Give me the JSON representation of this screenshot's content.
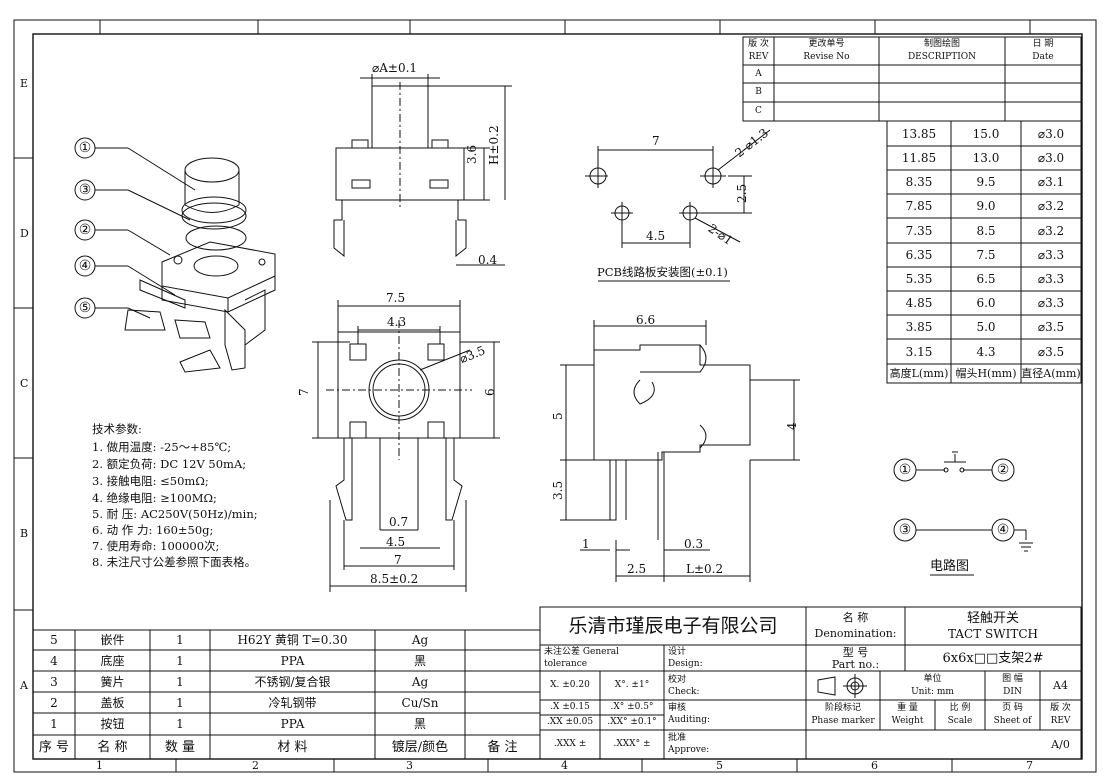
{
  "zones": {
    "rows": [
      "E",
      "D",
      "C",
      "B",
      "A"
    ],
    "cols": [
      "1",
      "2",
      "3",
      "4",
      "5",
      "6",
      "7"
    ]
  },
  "revision_table": {
    "headers": [
      {
        "cn": "版 次",
        "en": "REV"
      },
      {
        "cn": "更改单号",
        "en": "Revise  No"
      },
      {
        "cn": "制图绘图",
        "en": "DESCRIPTION"
      },
      {
        "cn": "日  期",
        "en": "Date"
      }
    ],
    "rows": [
      "A",
      "B",
      "C"
    ]
  },
  "dimension_table": {
    "rows": [
      [
        "13.85",
        "15.0",
        "⌀3.0"
      ],
      [
        "11.85",
        "13.0",
        "⌀3.0"
      ],
      [
        "8.35",
        "9.5",
        "⌀3.1"
      ],
      [
        "7.85",
        "9.0",
        "⌀3.2"
      ],
      [
        "7.35",
        "8.5",
        "⌀3.2"
      ],
      [
        "6.35",
        "7.5",
        "⌀3.3"
      ],
      [
        "5.35",
        "6.5",
        "⌀3.3"
      ],
      [
        "4.85",
        "6.0",
        "⌀3.3"
      ],
      [
        "3.85",
        "5.0",
        "⌀3.5"
      ],
      [
        "3.15",
        "4.3",
        "⌀3.5"
      ]
    ],
    "headers": [
      "高度L(mm)",
      "帽头H(mm)",
      "直径A(mm)"
    ]
  },
  "front_view": {
    "dim_a": "⌀A±0.1",
    "dim_h": "H±0.2",
    "dim_36": "3.6",
    "dim_04": "0.4"
  },
  "pcb_layout": {
    "dim_7": "7",
    "dim_2phi13": "2-⌀1.3",
    "dim_25": "2.5",
    "dim_45": "4.5",
    "dim_2phi1": "2-⌀1",
    "caption": "PCB线路板安装图(±0.1)"
  },
  "top_view": {
    "dim_75": "7.5",
    "dim_43": "4.3",
    "dim_35": "⌀3.5",
    "dim_7": "7",
    "dim_6": "6",
    "dim_07": "0.7",
    "dim_45": "4.5",
    "dim_7b": "7",
    "dim_85": "8.5±0.2"
  },
  "side_view": {
    "dim_66": "6.6",
    "dim_5": "5",
    "dim_4": "4",
    "dim_35": "3.5",
    "dim_1": "1",
    "dim_03": "0.3",
    "dim_25": "2.5",
    "dim_l": "L±0.2"
  },
  "callouts": [
    "①",
    "③",
    "②",
    "④",
    "⑤"
  ],
  "circuit": {
    "n1": "①",
    "n2": "②",
    "n3": "③",
    "n4": "④",
    "caption": "电路图"
  },
  "tech": {
    "title": "技术参数:",
    "items": [
      "1. 做用温度: -25～+85℃;",
      "2. 额定负荷: DC 12V 50mA;",
      "3. 接触电阻: ≤50mΩ;",
      "4. 绝缘电阻: ≥100MΩ;",
      "5. 耐    压: AC250V(50Hz)/min;",
      "6. 动 作 力: 160±50g;",
      "7. 使用寿命: 100000次;",
      "8. 未注尺寸公差参照下面表格。"
    ]
  },
  "bom": {
    "rows": [
      [
        "5",
        "嵌件",
        "1",
        "H62Y 黄铜 T=0.30",
        "Ag",
        ""
      ],
      [
        "4",
        "底座",
        "1",
        "PPA",
        "黑",
        ""
      ],
      [
        "3",
        "簧片",
        "1",
        "不锈钢/复合银",
        "Ag",
        ""
      ],
      [
        "2",
        "盖板",
        "1",
        "冷轧钢带",
        "Cu/Sn",
        ""
      ],
      [
        "1",
        "按钮",
        "1",
        "PPA",
        "黑",
        ""
      ]
    ],
    "headers": [
      "序 号",
      "名  称",
      "数 量",
      "材    料",
      "镀层/颜色",
      "备 注"
    ]
  },
  "title_block": {
    "company": "乐清市瑾辰电子有限公司",
    "denom_cn": "名    称",
    "denom_en": "Denomination:",
    "product_cn": "轻触开关",
    "product_en": "TACT SWITCH",
    "tol_cn": "未注公差 General",
    "tol_en": "tolerance",
    "design_cn": "设计",
    "design_en": "Design:",
    "model_cn": "型    号",
    "model_en": "Part no.:",
    "model_value": "6x6x□□支架2#",
    "tol_rows": [
      [
        "X.   ±0.20",
        "X°.  ±1°"
      ],
      [
        ".X  ±0.15",
        ".X° ±0.5°"
      ],
      [
        ".XX ±0.05",
        ".XX° ±0.1°"
      ],
      [
        ".XXX ±",
        ".XXX° ±"
      ]
    ],
    "check_cn": "校对",
    "check_en": "Check:",
    "audit_cn": "审核",
    "audit_en": "Auditing:",
    "approve_cn": "批准",
    "approve_en": "Approve:",
    "phase_cn": "阶段标记",
    "phase_en": "Phase marker",
    "unit_cn": "单位",
    "unit_en": "Unit:  mm",
    "paper_cn": "图 幅",
    "paper_en": "DIN",
    "paper_value": "A4",
    "weight_cn": "重 量",
    "weight_en": "Weight",
    "scale_cn": "比 例",
    "scale_en": "Scale",
    "sheet_cn": "页 码",
    "sheet_en": "Sheet of",
    "rev_cn": "版 次",
    "rev_en": "REV",
    "rev_value": "A/0"
  }
}
